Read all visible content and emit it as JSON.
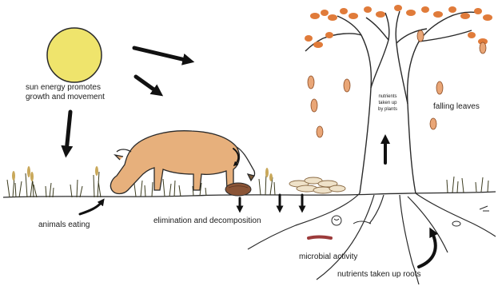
{
  "colors": {
    "sun_fill": "#efe46c",
    "cow_fill": "#e7b07c",
    "leaf_fill": "#e07b3a",
    "arrow": "#111111",
    "line": "#2a2a2a",
    "worm": "#9c3b3b"
  },
  "labels": {
    "sun": [
      "sun energy promotes",
      "growth and movement"
    ],
    "nutrients_up": [
      "nutrients",
      "taken up",
      "by plants"
    ],
    "falling_leaves": "falling leaves",
    "animals_eating": "animals eating",
    "elimination": "elimination and decomposition",
    "microbial": "microbial activity",
    "roots": "nutrients taken up roots"
  },
  "icons": [
    "sun-icon",
    "tree-icon",
    "cow-icon",
    "leaf-icon",
    "grass-icon",
    "dung-icon",
    "leaf-litter-icon",
    "worm-icon",
    "microbe-icon",
    "arrow-icon"
  ]
}
